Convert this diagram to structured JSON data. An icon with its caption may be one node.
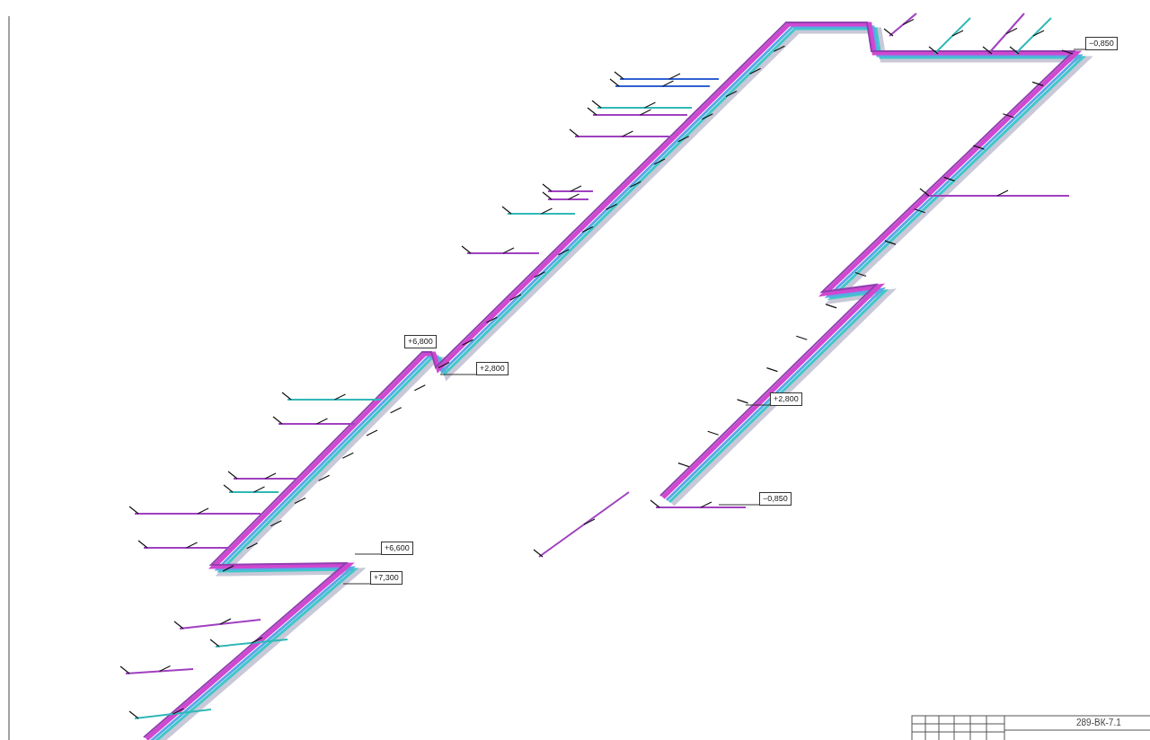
{
  "diagram": {
    "nodes": [
      {
        "text": [
          "−0,850"
        ]
      },
      {
        "text": [
          "+6,800"
        ]
      },
      {
        "text": [
          "+2,800"
        ]
      },
      {
        "text": [
          "+2,800"
        ]
      },
      {
        "text": [
          "−0,850"
        ]
      },
      {
        "text": [
          "+6,600"
        ]
      },
      {
        "text": [
          "+7,300"
        ]
      }
    ],
    "edges": [
      {
        "from": 0,
        "to": null,
        "arrow": "none"
      },
      {
        "from": 1,
        "to": null,
        "arrow": "none"
      },
      {
        "from": 2,
        "to": null,
        "arrow": "none"
      },
      {
        "from": 3,
        "to": null,
        "arrow": "none"
      },
      {
        "from": 4,
        "to": null,
        "arrow": "none"
      },
      {
        "from": 5,
        "to": null,
        "arrow": "none"
      },
      {
        "from": 6,
        "to": null,
        "arrow": "none"
      }
    ],
    "labels": [
      "289-ВК-7.1"
    ]
  }
}
